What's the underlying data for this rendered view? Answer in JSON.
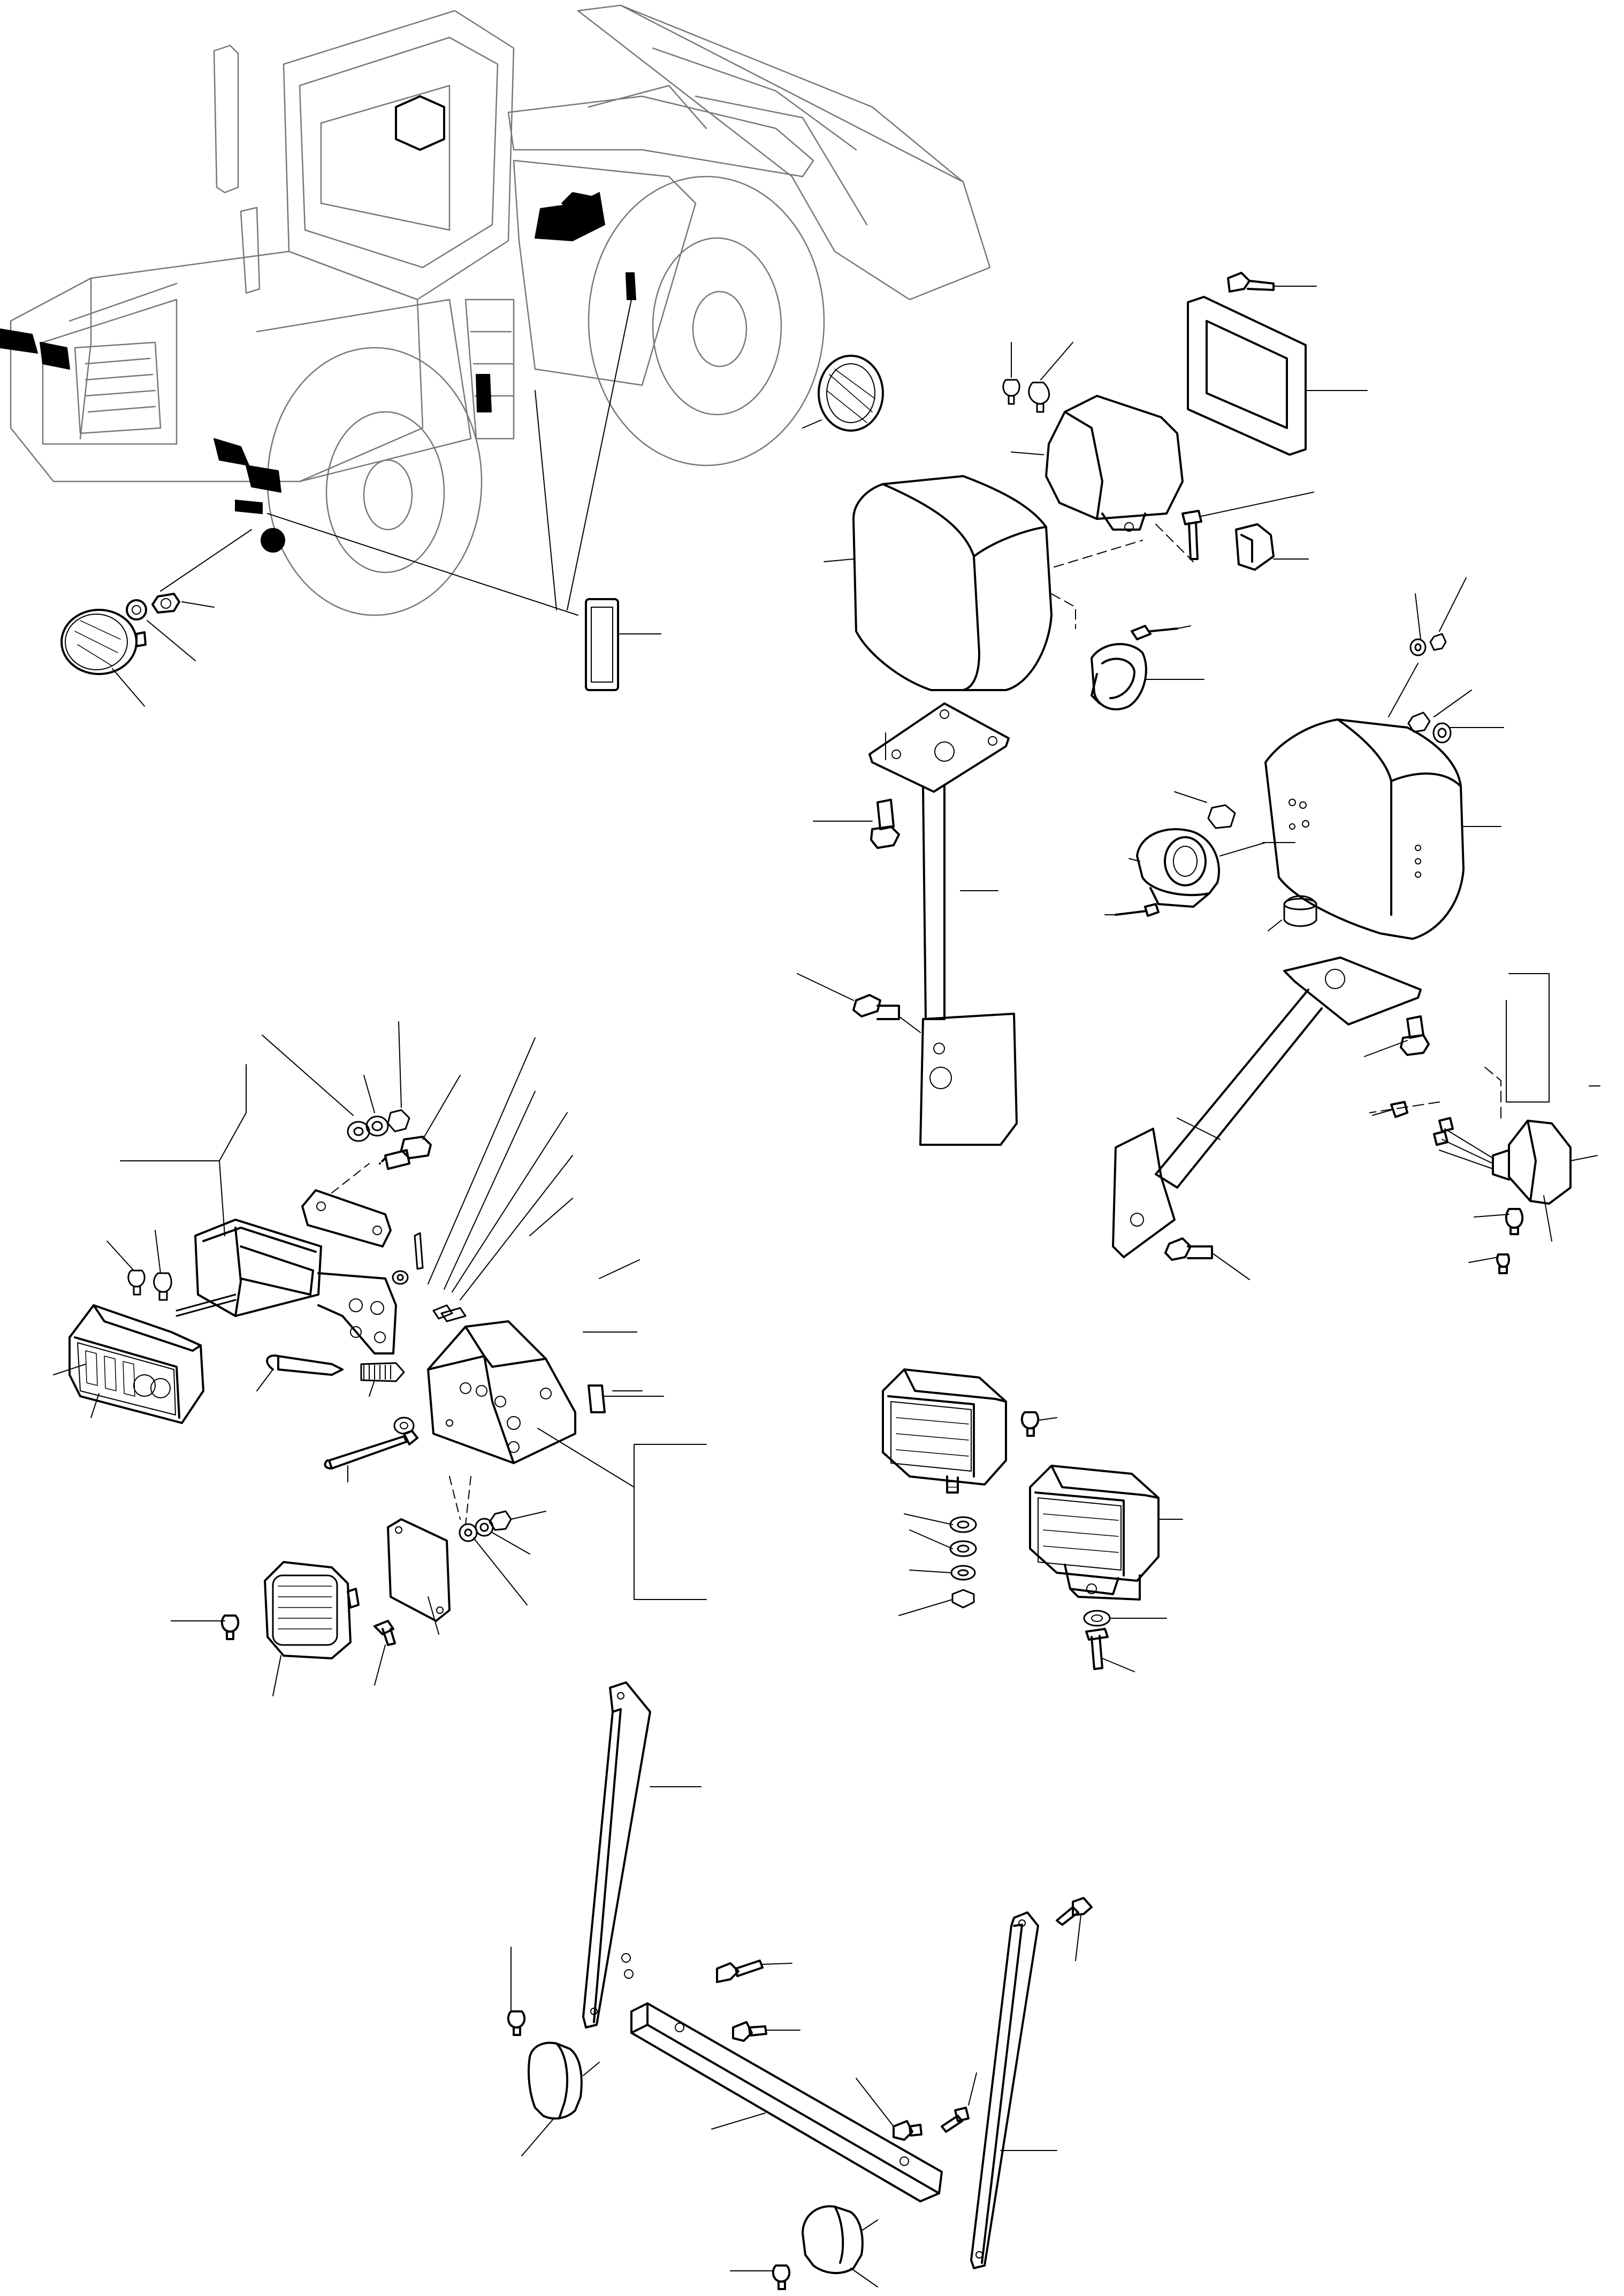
{
  "diagram": {
    "kind": "exploded parts diagram",
    "labels": [],
    "colors": {
      "line": "#000000",
      "background": "#ffffff",
      "shade": "#bbbbbb"
    }
  },
  "assemblies": [
    {
      "id": "loader",
      "parts": [
        "machine-outline",
        "rear-reflector",
        "round-rear-lamp",
        "side-marker-lamps",
        "reflector-strip"
      ]
    },
    {
      "id": "rear-lamp-box-upper",
      "parts": [
        "mount-gasket",
        "work-lamp",
        "lamp-housing",
        "bracket-arm",
        "horn",
        "relay"
      ]
    },
    {
      "id": "rear-lamp-box-right",
      "parts": [
        "lamp-housing",
        "socket-connector",
        "angled-bracket",
        "tail-lamp"
      ]
    },
    {
      "id": "tow-hitch-lamp",
      "parts": [
        "hitch-bracket",
        "combination-lamp",
        "pin",
        "spring",
        "mount-plate",
        "square-lamp"
      ]
    },
    {
      "id": "work-lamps",
      "parts": [
        "work-lamp-upper",
        "work-lamp-lower"
      ]
    },
    {
      "id": "marker-lamp-frame",
      "parts": [
        "vertical-strut-left",
        "vertical-strut-right",
        "cross-bar",
        "marker-lamp-left",
        "marker-lamp-right"
      ]
    }
  ]
}
